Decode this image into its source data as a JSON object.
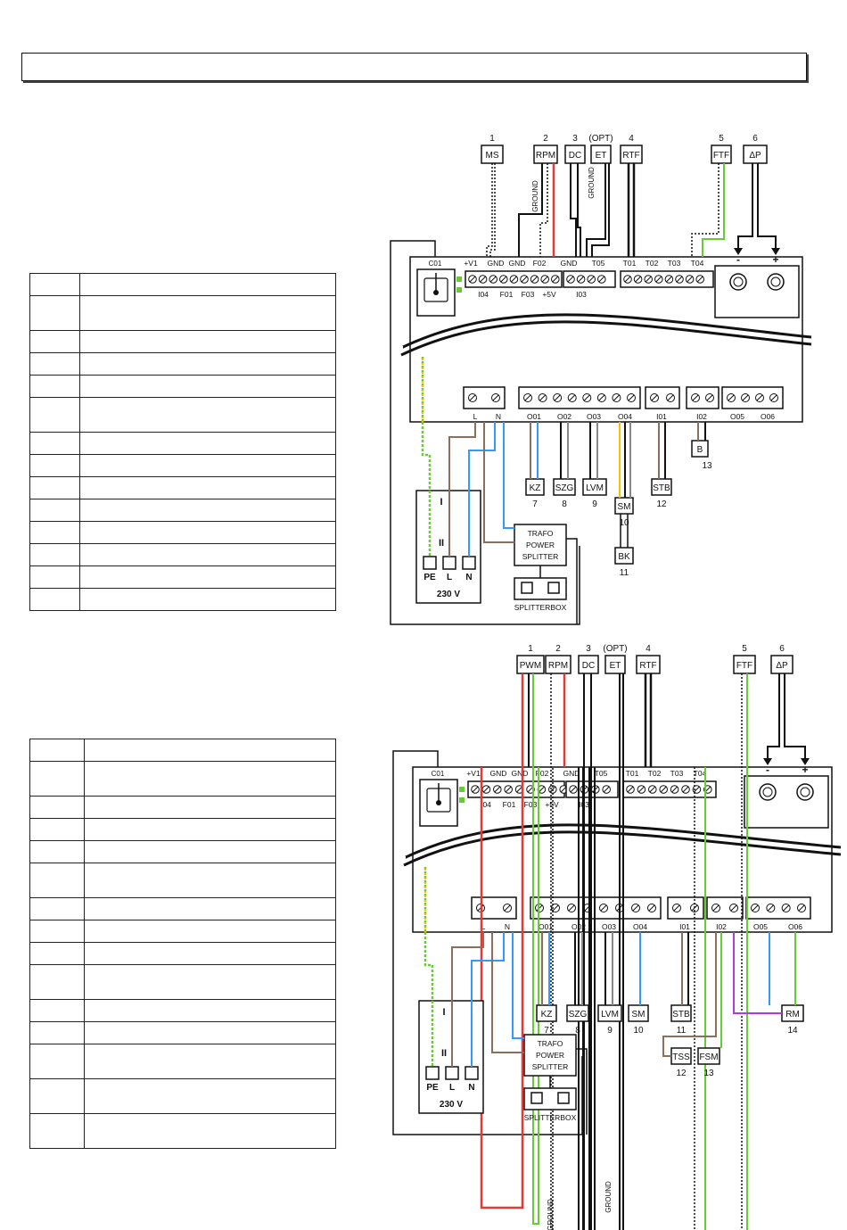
{
  "colors": {
    "red": "#e53935",
    "green": "#66cc33",
    "blue": "#3399ff",
    "brown": "#8b6f5c",
    "purple": "#a83ee0",
    "yellow": "#f2c200",
    "black": "#111111",
    "grey": "#888888"
  },
  "diagram1": {
    "top_components": [
      {
        "num": "1",
        "label": "MS"
      },
      {
        "num": "2",
        "label": "RPM"
      },
      {
        "num": "3",
        "label": "DC"
      },
      {
        "num": "(OPT)",
        "label": "ET"
      },
      {
        "num": "4",
        "label": "RTF"
      },
      {
        "num": "5",
        "label": "FTF"
      },
      {
        "num": "6",
        "label": "ΔP"
      }
    ],
    "ground_labels": [
      "GROUND",
      "GROUND"
    ],
    "board": {
      "co_label": "C01",
      "top_terminal_labels": [
        "+V1",
        "GND",
        "GND",
        "F02",
        "GND",
        "T05",
        "T01",
        "T02",
        "T03",
        "T04"
      ],
      "bottom_terminal_labels": [
        "I04",
        "F01",
        "F03",
        "+5V",
        "I03"
      ],
      "sensor_minus": "-",
      "sensor_plus": "+",
      "lower_labels": [
        "L",
        "N",
        "O01",
        "O02",
        "O03",
        "O04",
        "I01",
        "I02",
        "O05",
        "O06"
      ]
    },
    "bottom_components": [
      {
        "label": "KZ",
        "num": "7"
      },
      {
        "label": "SZG",
        "num": "8"
      },
      {
        "label": "LVM",
        "num": "9"
      },
      {
        "label": "SM",
        "num": "10"
      },
      {
        "label": "BK",
        "num": "11"
      },
      {
        "label": "STB",
        "num": "12"
      },
      {
        "label": "B",
        "num": "13"
      }
    ],
    "power": {
      "i": "I",
      "ii": "II",
      "pe": "PE",
      "l": "L",
      "n": "N",
      "voltage": "230 V"
    },
    "trafo": [
      "TRAFO",
      "POWER",
      "SPLITTER"
    ],
    "splitterbox": "SPLITTERBOX"
  },
  "diagram2": {
    "top_components": [
      {
        "num": "1",
        "label": "PWM"
      },
      {
        "num": "2",
        "label": "RPM"
      },
      {
        "num": "3",
        "label": "DC"
      },
      {
        "num": "(OPT)",
        "label": "ET"
      },
      {
        "num": "4",
        "label": "RTF"
      },
      {
        "num": "5",
        "label": "FTF"
      },
      {
        "num": "6",
        "label": "ΔP"
      }
    ],
    "ground_labels": [
      "GROUND",
      "GROUND"
    ],
    "board": {
      "co_label": "C01",
      "top_terminal_labels": [
        "+V1",
        "GND",
        "GND",
        "F02",
        "GND",
        "T05",
        "T01",
        "T02",
        "T03",
        "T04"
      ],
      "bottom_terminal_labels": [
        "I04",
        "F01",
        "F03",
        "+5V",
        "I03"
      ],
      "sensor_minus": "-",
      "sensor_plus": "+",
      "lower_labels": [
        "L",
        "N",
        "O01",
        "O02",
        "O03",
        "O04",
        "I01",
        "I02",
        "O05",
        "O06"
      ]
    },
    "bottom_components": [
      {
        "label": "KZ",
        "num": "7"
      },
      {
        "label": "SZG",
        "num": "8"
      },
      {
        "label": "LVM",
        "num": "9"
      },
      {
        "label": "SM",
        "num": "10"
      },
      {
        "label": "STB",
        "num": "11"
      },
      {
        "label": "TSS",
        "num": "12"
      },
      {
        "label": "FSM",
        "num": "13"
      },
      {
        "label": "RM",
        "num": "14"
      }
    ],
    "power": {
      "i": "I",
      "ii": "II",
      "pe": "PE",
      "l": "L",
      "n": "N",
      "voltage": "230 V"
    },
    "trafo": [
      "TRAFO",
      "POWER",
      "SPLITTER"
    ],
    "splitterbox": "SPLITTERBOX"
  },
  "table1": {
    "rows": [
      1,
      2,
      1,
      1,
      1,
      2,
      1,
      1,
      1,
      1,
      1,
      1,
      1,
      1
    ]
  },
  "table2": {
    "rows": [
      1,
      2,
      1,
      1,
      1,
      2,
      1,
      1,
      1,
      2,
      1,
      1,
      2,
      2,
      2
    ]
  }
}
